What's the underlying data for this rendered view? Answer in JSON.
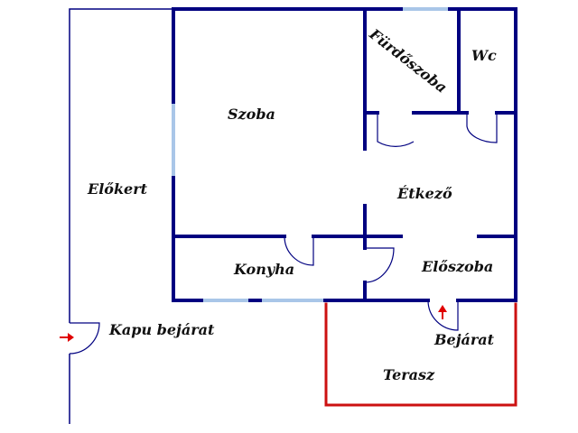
{
  "rooms": {
    "szoba": "Szoba",
    "furdoszoba": "Fürdőszoba",
    "wc": "Wc",
    "etkezo": "Étkező",
    "konyha": "Konyha",
    "eloszoba": "Előszoba",
    "elokert": "Előkert",
    "terasz": "Terasz"
  },
  "entrances": {
    "kapu": "Kapu bejárat",
    "bejarat": "Bejárat"
  },
  "colors": {
    "wall": "#000080",
    "window": "#a9c6e8",
    "terrace": "#cc1111",
    "arrow": "#e00000"
  }
}
